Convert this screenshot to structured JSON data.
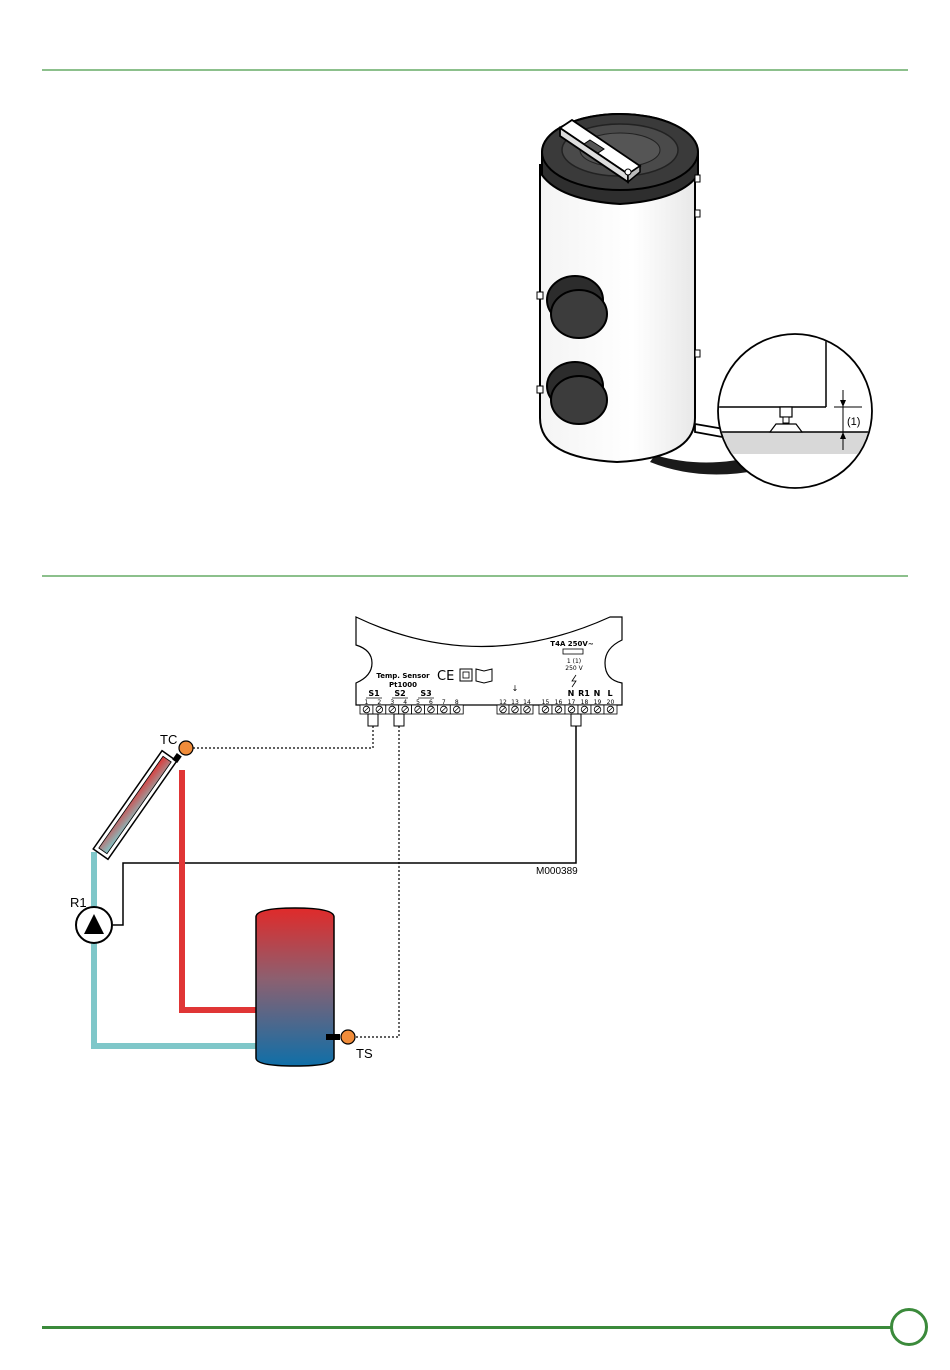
{
  "tank_figure": {
    "detail_label": "(1)"
  },
  "wiring_figure": {
    "panel": {
      "temp_sensor_line1": "Temp. Sensor",
      "temp_sensor_line2": "Pt1000",
      "ce_mark": "CE",
      "fuse_label": "T4A 250V~",
      "relay_line1": "1 (1)",
      "relay_line2": "250 V",
      "group_s1": "S1",
      "group_s2": "S2",
      "group_s3": "S3",
      "group_n1": "N",
      "group_r1": "R1",
      "group_n2": "N",
      "group_l": "L",
      "terminals_a": [
        "1",
        "2",
        "3",
        "4",
        "5",
        "6",
        "7",
        "8"
      ],
      "terminals_b": [
        "12",
        "13",
        "14"
      ],
      "terminals_c": [
        "15",
        "16",
        "17",
        "18",
        "19",
        "20"
      ]
    },
    "labels": {
      "tc": "TC",
      "r1": "R1",
      "ts": "TS",
      "code": "M000389"
    }
  }
}
